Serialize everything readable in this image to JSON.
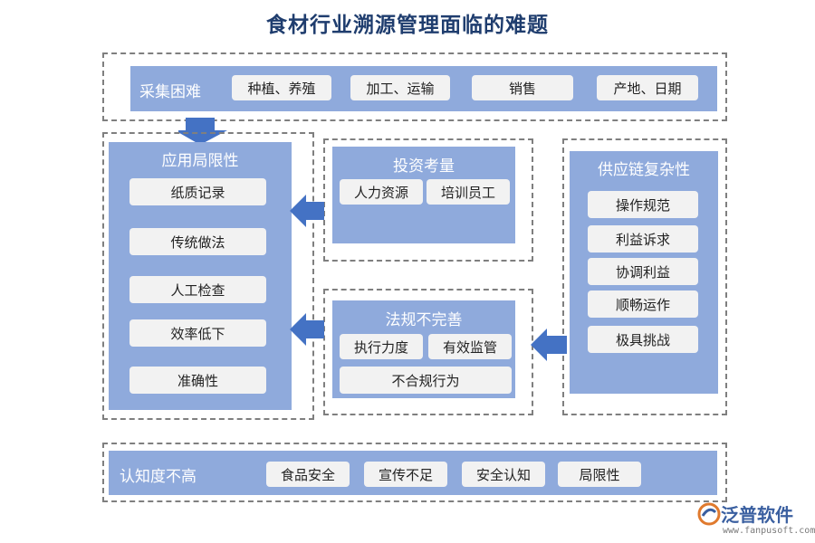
{
  "title": "食材行业溯源管理面临的难题",
  "collection": {
    "title": "采集困难",
    "items": [
      "种植、养殖",
      "加工、运输",
      "销售",
      "产地、日期"
    ]
  },
  "application": {
    "title": "应用局限性",
    "items": [
      "纸质记录",
      "传统做法",
      "人工检查",
      "效率低下",
      "准确性"
    ]
  },
  "investment": {
    "title": "投资考量",
    "items": [
      "人力资源",
      "培训员工"
    ]
  },
  "regulation": {
    "title": "法规不完善",
    "items": [
      "执行力度",
      "有效监管",
      "不合规行为"
    ]
  },
  "supply_chain": {
    "title": "供应链复杂性",
    "items": [
      "操作规范",
      "利益诉求",
      "协调利益",
      "顺畅运作",
      "极具挑战"
    ]
  },
  "awareness": {
    "title": "认知度不高",
    "items": [
      "食品安全",
      "宣传不足",
      "安全认知",
      "局限性"
    ]
  },
  "logo": {
    "name": "泛普软件",
    "url": "www.fanpusoft.com"
  },
  "colors": {
    "panel": "#8faadc",
    "pill": "#f2f2f2",
    "arrow": "#4472c4",
    "title": "#1f3d6e"
  }
}
